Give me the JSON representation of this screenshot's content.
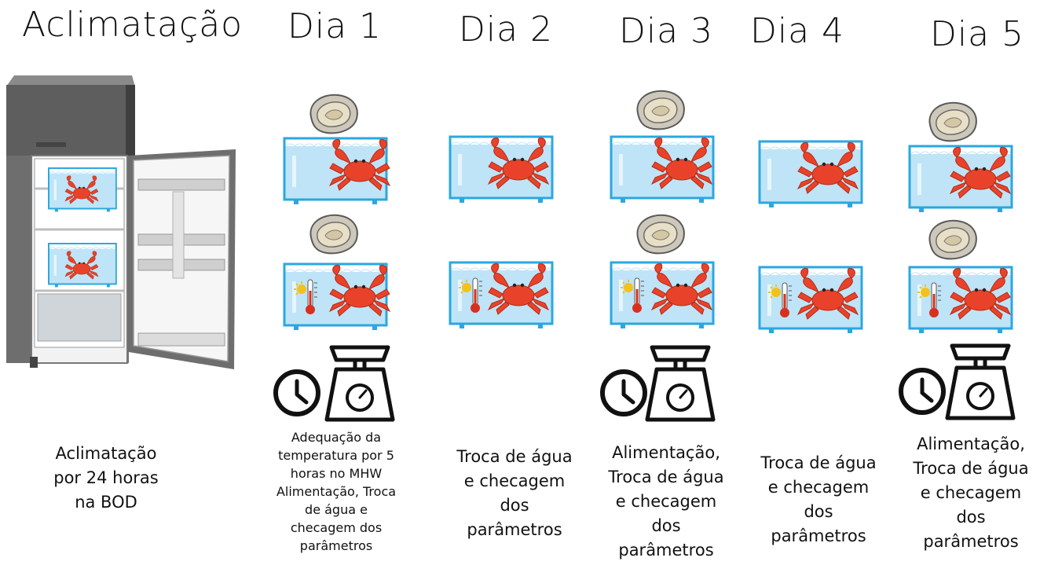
{
  "columns": [
    {
      "title": "Aclimatação",
      "description": "Aclimatação\npor 24 horas\nna BOD"
    },
    {
      "title": "Dia 1",
      "description": "Adequação da\ntemperatura por 5\nhoras no MHW\nAlimentação, Troca\nde  água e\nchecagem dos\nparâmetros"
    },
    {
      "title": "Dia 2",
      "description": "Troca de água\ne checagem\ndos\nparâmetros"
    },
    {
      "title": "Dia 3",
      "description": "Alimentação,\nTroca de  água\ne checagem\ndos\nparâmetros"
    },
    {
      "title": "Dia 4",
      "description": "Troca de água\ne checagem\ndos\nparâmetros"
    },
    {
      "title": "Dia 5",
      "description": "Alimentação,\nTroca de  água\ne checagem\ndos\nparâmetros"
    }
  ],
  "colors": {
    "water": "#bfe4f7",
    "tank_border": "#2aa7e0",
    "crab": "#e8432a",
    "oyster": "#c9c4b6",
    "fridge_body": "#6e6e6e",
    "fridge_dark": "#3f3f3f",
    "thermometer": "#d8301f",
    "sun": "#f2c21b"
  },
  "icons": [
    "fridge-icon",
    "oyster-icon",
    "aquarium-icon",
    "crab-icon",
    "thermometer-icon",
    "sun-icon",
    "clock-icon",
    "scale-icon"
  ]
}
